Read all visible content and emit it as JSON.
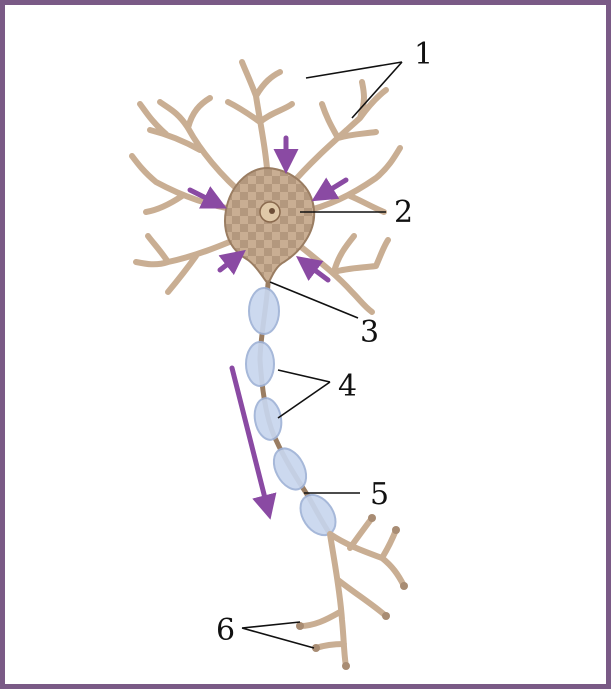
{
  "diagram": {
    "labels": {
      "l1": "1",
      "l2": "2",
      "l3": "3",
      "l4": "4",
      "l5": "5",
      "l6": "6"
    },
    "colors": {
      "frame": "#7a5a86",
      "neuron_fill": "#c9ae93",
      "neuron_stroke": "#9a7d62",
      "nucleus": "#8a6a4e",
      "myelin": "#c8d6ee",
      "myelin_stroke": "#9fb2d6",
      "arrow": "#8a4aa3",
      "leader": "#111111"
    }
  }
}
